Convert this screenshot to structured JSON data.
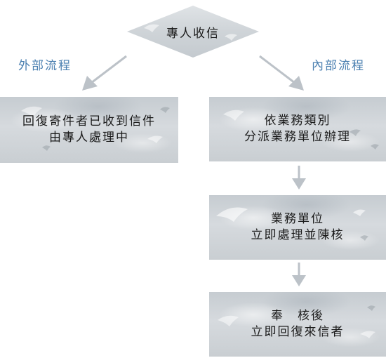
{
  "start": {
    "label": "專人收信"
  },
  "branches": {
    "external_label": "外部流程",
    "internal_label": "內部流程"
  },
  "external": {
    "box": {
      "lines": [
        "回復寄件者已收到信件",
        "由專人處理中"
      ]
    }
  },
  "internal": {
    "steps": [
      {
        "lines": [
          "依業務類別",
          "分派業務單位辦理"
        ]
      },
      {
        "lines": [
          "業務單位",
          "立即處理並陳核"
        ]
      },
      {
        "lines": [
          "奉　核後",
          "立即回復來信者"
        ]
      }
    ]
  },
  "colors": {
    "arrow": "#bcc2c8",
    "box": "#cdd2d6",
    "diamond": "#d3d8dc",
    "branch_label": "#4a7fb0"
  }
}
